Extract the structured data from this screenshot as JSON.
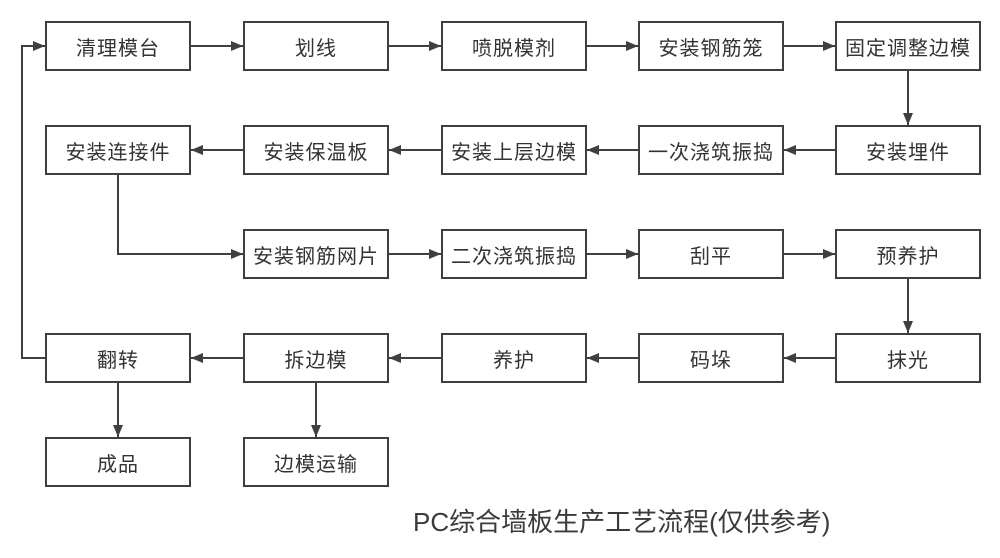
{
  "diagram": {
    "caption": "PC综合墙板生产工艺流程(仅供参考)",
    "colors": {
      "line": "#3f3f3f",
      "box_border": "#3f3f3f",
      "text": "#333333",
      "background": "#ffffff"
    },
    "nodes": [
      {
        "id": "clean-platform",
        "label": "清理模台",
        "row": 0,
        "col": 0
      },
      {
        "id": "marking",
        "label": "划线",
        "row": 0,
        "col": 1
      },
      {
        "id": "spray-release-agent",
        "label": "喷脱模剂",
        "row": 0,
        "col": 2
      },
      {
        "id": "install-rebar-cage",
        "label": "安装钢筋笼",
        "row": 0,
        "col": 3
      },
      {
        "id": "fix-adjust-edge-forms",
        "label": "固定调整边模",
        "row": 0,
        "col": 4
      },
      {
        "id": "install-embedded-parts",
        "label": "安装埋件",
        "row": 1,
        "col": 4
      },
      {
        "id": "first-pour-vibrate",
        "label": "一次浇筑振捣",
        "row": 1,
        "col": 3
      },
      {
        "id": "install-upper-edge-forms",
        "label": "安装上层边模",
        "row": 1,
        "col": 2
      },
      {
        "id": "install-insulation-board",
        "label": "安装保温板",
        "row": 1,
        "col": 1
      },
      {
        "id": "install-connectors",
        "label": "安装连接件",
        "row": 1,
        "col": 0
      },
      {
        "id": "install-rebar-mesh",
        "label": "安装钢筋网片",
        "row": 2,
        "col": 1
      },
      {
        "id": "second-pour-vibrate",
        "label": "二次浇筑振捣",
        "row": 2,
        "col": 2
      },
      {
        "id": "scrape-level",
        "label": "刮平",
        "row": 2,
        "col": 3
      },
      {
        "id": "pre-curing",
        "label": "预养护",
        "row": 2,
        "col": 4
      },
      {
        "id": "troweling",
        "label": "抹光",
        "row": 3,
        "col": 4
      },
      {
        "id": "stacking",
        "label": "码垛",
        "row": 3,
        "col": 3
      },
      {
        "id": "curing",
        "label": "养护",
        "row": 3,
        "col": 2
      },
      {
        "id": "remove-edge-forms",
        "label": "拆边模",
        "row": 3,
        "col": 1
      },
      {
        "id": "flip",
        "label": "翻转",
        "row": 3,
        "col": 0
      },
      {
        "id": "finished-product",
        "label": "成品",
        "row": 4,
        "col": 0
      },
      {
        "id": "edge-form-transport",
        "label": "边模运输",
        "row": 4,
        "col": 1
      }
    ],
    "edges": [
      {
        "from": "clean-platform",
        "to": "marking",
        "route": "right"
      },
      {
        "from": "marking",
        "to": "spray-release-agent",
        "route": "right"
      },
      {
        "from": "spray-release-agent",
        "to": "install-rebar-cage",
        "route": "right"
      },
      {
        "from": "install-rebar-cage",
        "to": "fix-adjust-edge-forms",
        "route": "right"
      },
      {
        "from": "fix-adjust-edge-forms",
        "to": "install-embedded-parts",
        "route": "down"
      },
      {
        "from": "install-embedded-parts",
        "to": "first-pour-vibrate",
        "route": "left"
      },
      {
        "from": "first-pour-vibrate",
        "to": "install-upper-edge-forms",
        "route": "left"
      },
      {
        "from": "install-upper-edge-forms",
        "to": "install-insulation-board",
        "route": "left"
      },
      {
        "from": "install-insulation-board",
        "to": "install-connectors",
        "route": "left"
      },
      {
        "from": "install-connectors",
        "to": "install-rebar-mesh",
        "route": "down-right"
      },
      {
        "from": "install-rebar-mesh",
        "to": "second-pour-vibrate",
        "route": "right"
      },
      {
        "from": "second-pour-vibrate",
        "to": "scrape-level",
        "route": "right"
      },
      {
        "from": "scrape-level",
        "to": "pre-curing",
        "route": "right"
      },
      {
        "from": "pre-curing",
        "to": "troweling",
        "route": "down"
      },
      {
        "from": "troweling",
        "to": "stacking",
        "route": "left"
      },
      {
        "from": "stacking",
        "to": "curing",
        "route": "left"
      },
      {
        "from": "curing",
        "to": "remove-edge-forms",
        "route": "left"
      },
      {
        "from": "remove-edge-forms",
        "to": "flip",
        "route": "left"
      },
      {
        "from": "flip",
        "to": "finished-product",
        "route": "down"
      },
      {
        "from": "remove-edge-forms",
        "to": "edge-form-transport",
        "route": "down"
      },
      {
        "from": "flip",
        "to": "clean-platform",
        "route": "left-up-right"
      }
    ]
  }
}
